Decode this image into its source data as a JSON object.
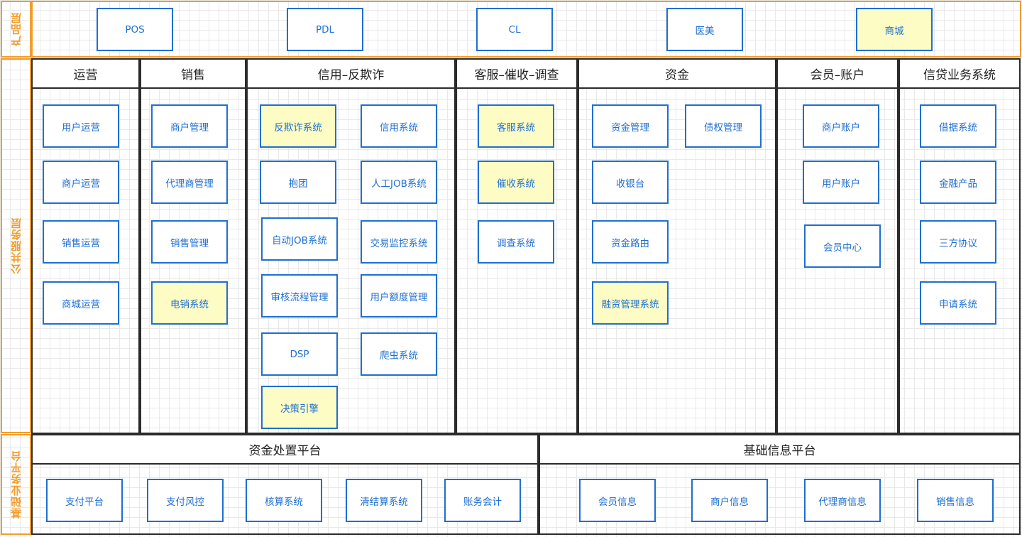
{
  "layers": {
    "product": "产品层",
    "public_service": "公共服务层",
    "base_business": "基础业务平台"
  },
  "product_items": [
    {
      "label": "POS",
      "highlight": false
    },
    {
      "label": "PDL",
      "highlight": false
    },
    {
      "label": "CL",
      "highlight": false
    },
    {
      "label": "医美",
      "highlight": false
    },
    {
      "label": "商城",
      "highlight": true
    }
  ],
  "columns": [
    {
      "title": "运营",
      "items": [
        {
          "label": "用户运营",
          "highlight": false
        },
        {
          "label": "商户运营",
          "highlight": false
        },
        {
          "label": "销售运营",
          "highlight": false
        },
        {
          "label": "商城运营",
          "highlight": false
        }
      ]
    },
    {
      "title": "销售",
      "items": [
        {
          "label": "商户管理",
          "highlight": false
        },
        {
          "label": "代理商管理",
          "highlight": false
        },
        {
          "label": "销售管理",
          "highlight": false
        },
        {
          "label": "电销系统",
          "highlight": true
        }
      ]
    },
    {
      "title": "信用–反欺诈",
      "items": [
        {
          "label": "反欺诈系统",
          "highlight": true
        },
        {
          "label": "信用系统",
          "highlight": false
        },
        {
          "label": "抱团",
          "highlight": false
        },
        {
          "label": "人工JOB系统",
          "highlight": false
        },
        {
          "label": "自动JOB系统",
          "highlight": false
        },
        {
          "label": "交易监控系统",
          "highlight": false
        },
        {
          "label": "审核流程管理",
          "highlight": false
        },
        {
          "label": "用户额度管理",
          "highlight": false
        },
        {
          "label": "DSP",
          "highlight": false
        },
        {
          "label": "爬虫系统",
          "highlight": false
        },
        {
          "label": "决策引擎",
          "highlight": true
        }
      ]
    },
    {
      "title": "客服–催收–调查",
      "items": [
        {
          "label": "客服系统",
          "highlight": true
        },
        {
          "label": "催收系统",
          "highlight": true
        },
        {
          "label": "调查系统",
          "highlight": false
        }
      ]
    },
    {
      "title": "资金",
      "items": [
        {
          "label": "资金管理",
          "highlight": false
        },
        {
          "label": "债权管理",
          "highlight": false
        },
        {
          "label": "收银台",
          "highlight": false
        },
        {
          "label": "资金路由",
          "highlight": false
        },
        {
          "label": "融资管理系统",
          "highlight": true
        }
      ]
    },
    {
      "title": "会员–账户",
      "items": [
        {
          "label": "商户账户",
          "highlight": false
        },
        {
          "label": "用户账户",
          "highlight": false
        },
        {
          "label": "会员中心",
          "highlight": false
        }
      ]
    },
    {
      "title": "信贷业务系统",
      "items": [
        {
          "label": "借据系统",
          "highlight": false
        },
        {
          "label": "金融产品",
          "highlight": false
        },
        {
          "label": "三方协议",
          "highlight": false
        },
        {
          "label": "申请系统",
          "highlight": false
        }
      ]
    }
  ],
  "platforms": [
    {
      "title": "资金处置平台",
      "items": [
        {
          "label": "支付平台",
          "highlight": false
        },
        {
          "label": "支付风控",
          "highlight": false
        },
        {
          "label": "核算系统",
          "highlight": false
        },
        {
          "label": "清结算系统",
          "highlight": false
        },
        {
          "label": "账务会计",
          "highlight": false
        }
      ]
    },
    {
      "title": "基础信息平台",
      "items": [
        {
          "label": "会员信息",
          "highlight": false
        },
        {
          "label": "商户信息",
          "highlight": false
        },
        {
          "label": "代理商信息",
          "highlight": false
        },
        {
          "label": "销售信息",
          "highlight": false
        }
      ]
    }
  ]
}
